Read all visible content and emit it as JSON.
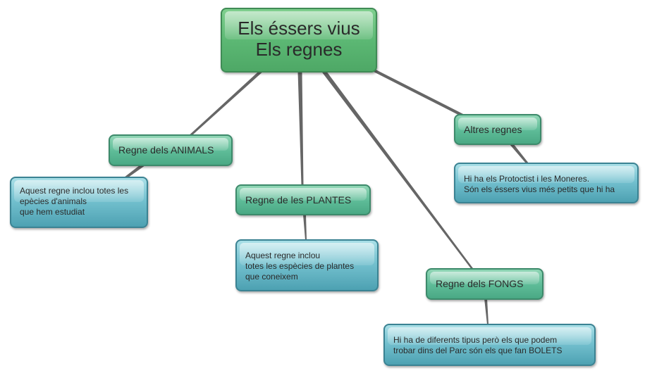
{
  "root": {
    "title_line1": "Els éssers vius",
    "title_line2": "Els regnes"
  },
  "kingdoms": {
    "animals": {
      "label": "Regne dels ANIMALS",
      "description": [
        "Aquest regne inclou totes les",
        "epècies d'animals",
        "que hem estudiat"
      ]
    },
    "plantes": {
      "label": "Regne de les PLANTES",
      "description": [
        "Aquest regne inclou",
        "totes les espècies de plantes",
        "que coneixem"
      ]
    },
    "fongs": {
      "label": "Regne dels FONGS",
      "description": [
        "Hi ha de diferents tipus però els que podem",
        "trobar dins del Parc són els que fan BOLETS"
      ]
    },
    "altres": {
      "label": "Altres regnes",
      "description": [
        "Hi ha els Protoctist i les Moneres.",
        "Són els éssers vius més petits que hi ha"
      ]
    }
  },
  "colors": {
    "root_fill": "#5cb874",
    "kingdom_fill": "#5dbb97",
    "description_fill": "#74c1cf",
    "connector": "#666666"
  }
}
